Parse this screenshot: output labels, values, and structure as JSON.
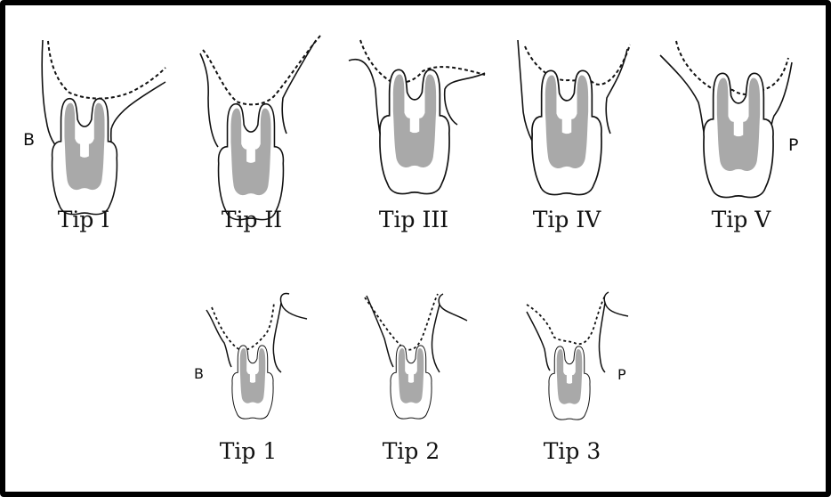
{
  "top_row": [
    {
      "label": "Tip I"
    },
    {
      "label": "Tip II"
    },
    {
      "label": "Tip III"
    },
    {
      "label": "Tip IV"
    },
    {
      "label": "Tip V"
    }
  ],
  "bottom_row": [
    {
      "label": "Tip 1"
    },
    {
      "label": "Tip 2"
    },
    {
      "label": "Tip 3"
    }
  ],
  "side_labels": {
    "top_buccal": "B",
    "top_palatal": "P",
    "bottom_buccal": "B",
    "bottom_palatal": "P"
  },
  "colors": {
    "outline": "#111111",
    "pulp": "#a9a9a9",
    "border": "#000000"
  }
}
